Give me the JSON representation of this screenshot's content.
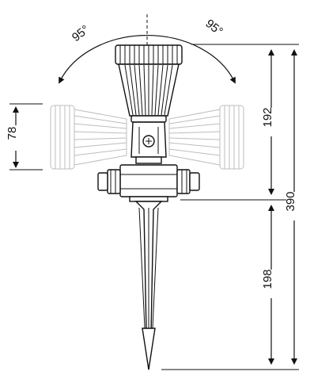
{
  "dimensions": {
    "rotation_left": "95°",
    "rotation_right": "95°",
    "head_diameter": "78",
    "upper_height": "192",
    "total_height": "390",
    "spike_height": "198"
  }
}
